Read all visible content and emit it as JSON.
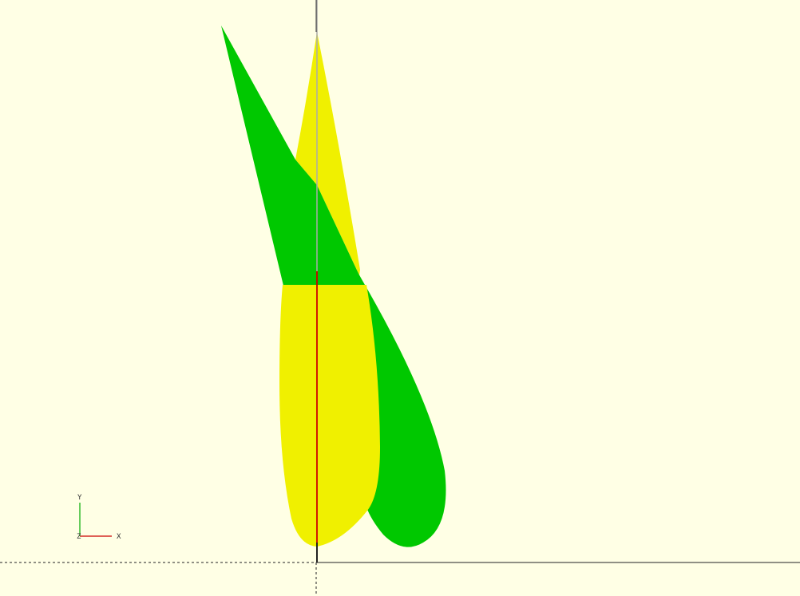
{
  "viewport": {
    "background": "#FFFFE5",
    "colors": {
      "front_face": "#F0F000",
      "side_face": "#00C800",
      "axis_x": "#CC0000",
      "axis_y": "#00AA00",
      "axis_z": "#333333",
      "axis_gray": "#AAAAAA",
      "axis_dark": "#222222"
    }
  },
  "axis_gizmo": {
    "x_label": "X",
    "y_label": "Y",
    "z_label": "Z"
  }
}
